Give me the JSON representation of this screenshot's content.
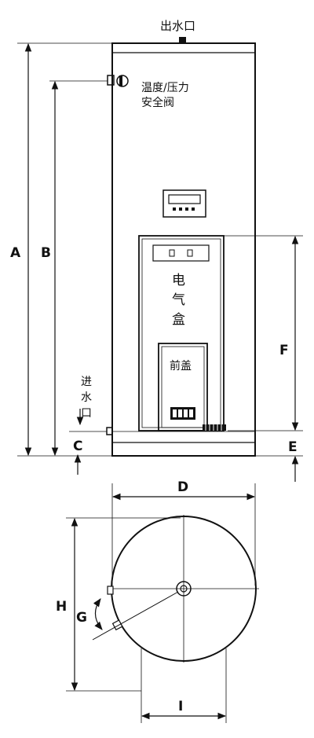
{
  "labels": {
    "outlet": "出水口",
    "valve_line1": "温度/压力",
    "valve_line2": "安全阀",
    "inlet_line1": "进",
    "inlet_line2": "水",
    "inlet_line3": "口",
    "box_line1": "电",
    "box_line2": "气",
    "box_line3": "盒",
    "front_cover": "前盖"
  },
  "dimensions": {
    "a": "A",
    "b": "B",
    "c": "C",
    "d": "D",
    "e": "E",
    "f": "F",
    "g": "G",
    "h": "H",
    "i": "I"
  },
  "colors": {
    "stroke": "#111111",
    "background": "#ffffff"
  }
}
